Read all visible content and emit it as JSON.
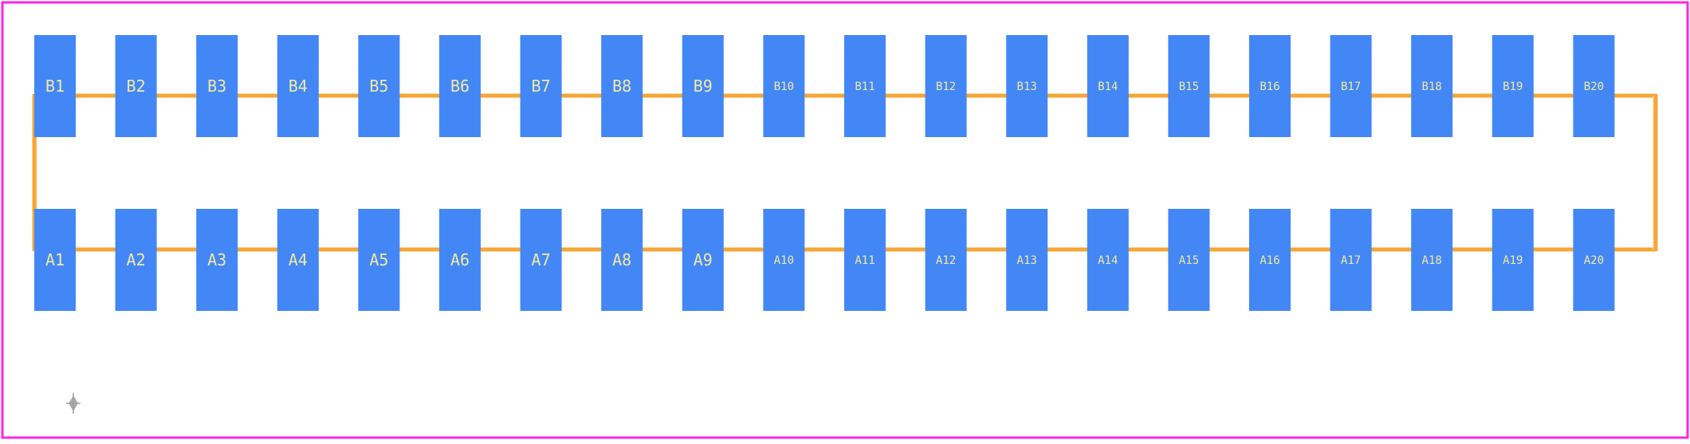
{
  "colors": {
    "background": "#ffffff",
    "border": "#ff26e2",
    "pad": "#4287f5",
    "pad_label": "#f3e9a0",
    "silkscreen": "#f5a636",
    "marker": "#9e9e9e"
  },
  "rows": {
    "top": [
      "B1",
      "B2",
      "B3",
      "B4",
      "B5",
      "B6",
      "B7",
      "B8",
      "B9",
      "B10",
      "B11",
      "B12",
      "B13",
      "B14",
      "B15",
      "B16",
      "B17",
      "B18",
      "B19",
      "B20"
    ],
    "bottom": [
      "A1",
      "A2",
      "A3",
      "A4",
      "A5",
      "A6",
      "A7",
      "A8",
      "A9",
      "A10",
      "A11",
      "A12",
      "A13",
      "A14",
      "A15",
      "A16",
      "A17",
      "A18",
      "A19",
      "A20"
    ]
  },
  "origin_marker": {
    "icon": "origin-cross-icon"
  }
}
